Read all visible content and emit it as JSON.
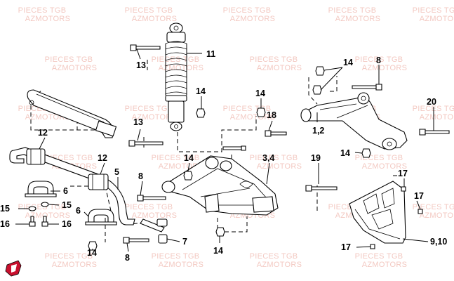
{
  "watermark": {
    "line1": "PIECES TGB",
    "line2": "AZMOTORS"
  },
  "callouts": {
    "c13a": "13",
    "c11": "11",
    "c14a": "14",
    "c13b": "13",
    "c14b": "14",
    "c14c": "14",
    "c8a": "8",
    "c20": "20",
    "c18": "18",
    "c12a": "12",
    "c12b": "12",
    "c12": "1,2",
    "c14d": "14",
    "c14e": "14",
    "c34": "3,4",
    "c19": "19",
    "c5": "5",
    "c8b": "8",
    "c6a": "6",
    "c15a": "15",
    "c15b": "15",
    "c16a": "16",
    "c16b": "16",
    "c6b": "6",
    "c17a": "17",
    "c17b": "17",
    "c7": "7",
    "c14f": "14",
    "c8c": "8",
    "c14g": "14",
    "c17c": "17",
    "c910": "9,10"
  },
  "colors": {
    "watermark": "#f3c9c2",
    "ink": "#000000",
    "logo": "#c8102e"
  },
  "icons": {
    "logo": "tgb-shield-logo"
  }
}
